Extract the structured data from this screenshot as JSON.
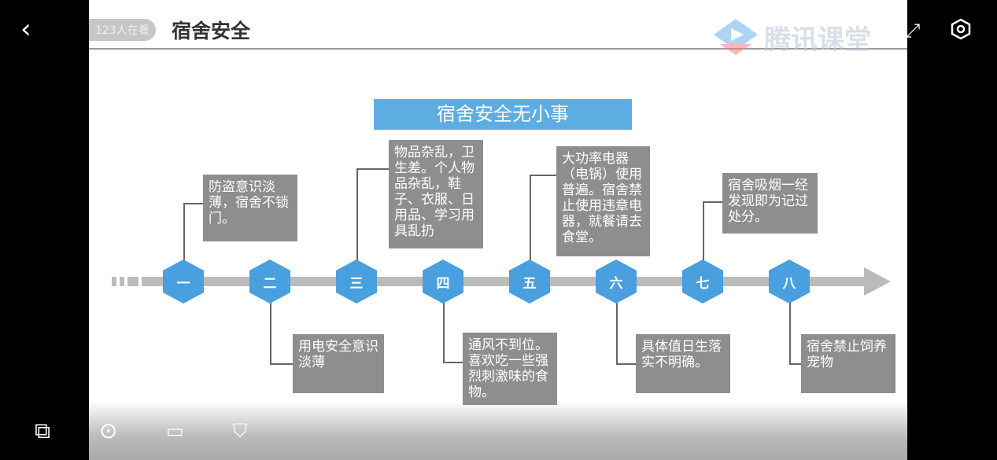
{
  "header": {
    "title": "宿舍安全",
    "viewers": "123人在看",
    "brand": "腾讯课堂"
  },
  "slide": {
    "banner": "宿舍安全无小事",
    "steps": [
      {
        "num": "一",
        "text": "防盗意识淡薄，宿舍不锁门。"
      },
      {
        "num": "二",
        "text": "用电安全意识淡薄"
      },
      {
        "num": "三",
        "text": "物品杂乱，卫生差。个人物品杂乱，鞋子、衣服、日用品、学习用具乱扔"
      },
      {
        "num": "四",
        "text": "通风不到位。喜欢吃一些强烈刺激味的食物。"
      },
      {
        "num": "五",
        "text": "大功率电器（电锅）使用普遍。宿舍禁止使用违章电器，就餐请去食堂。"
      },
      {
        "num": "六",
        "text": "具体值日生落实不明确。"
      },
      {
        "num": "七",
        "text": "宿舍吸烟一经发现即为记过处分。"
      },
      {
        "num": "八",
        "text": "宿舍禁止饲养宠物"
      }
    ]
  }
}
